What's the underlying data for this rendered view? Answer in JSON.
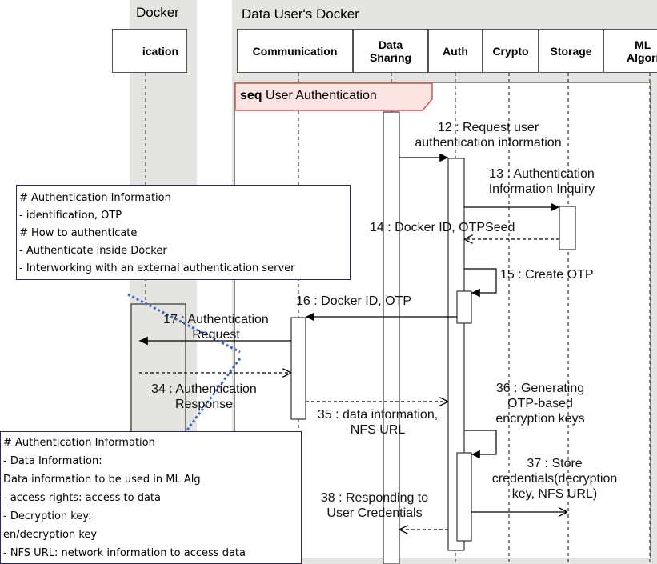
{
  "containers": {
    "left_title": "Docker",
    "right_title": "Data User's Docker"
  },
  "lifelines": {
    "left_comm": "ication",
    "comm": "Communication",
    "sharing": "Data\nSharing",
    "auth": "Auth",
    "crypto": "Crypto",
    "storage": "Storage",
    "ml": "ML\nAlgori"
  },
  "frame": {
    "keyword": "seq",
    "title": "User Authentication"
  },
  "messages": {
    "m12_line1": "12 : Request user",
    "m12_line2": "authentication information",
    "m13_line1": "13 : Authentication",
    "m13_line2": "Information Inquiry",
    "m14": "14 : Docker ID, OTPSeed",
    "m15": "15 : Create OTP",
    "m16": "16 : Docker ID, OTP",
    "m17_line1": "17 : Authentication",
    "m17_line2": "Request",
    "m34_line1": "34 : Authentication",
    "m34_line2": "Response",
    "m35_line1": "35 : data information,",
    "m35_line2": "NFS URL",
    "m36_line1": "36 : Generating",
    "m36_line2": "OTP-based",
    "m36_line3": "encryption keys",
    "m37_line1": "37 : Store",
    "m37_line2": "credentials(decryption",
    "m37_line3": "key, NFS URL)",
    "m38_line1": "38 : Responding to",
    "m38_line2": "User Credentials"
  },
  "note_top": {
    "lines": [
      "# Authentication Information",
      "- identification, OTP",
      "# How to authenticate",
      "- Authenticate inside Docker",
      "- Interworking with an external authentication server"
    ]
  },
  "note_bottom": {
    "lines": [
      "# Authentication Information",
      "- Data Information:",
      " Data information to be used in ML Alg",
      "- access rights: access to data",
      "- Decryption key:",
      " en/decryption key",
      "- NFS URL:  network information to access data"
    ]
  },
  "colors": {
    "container_bg": "#e4e4e0",
    "frame_tab_bg": "#fbe3e1",
    "frame_tab_border": "#c45a55",
    "note_border": "#1e2a60",
    "dotted_link": "#3f66c8"
  }
}
